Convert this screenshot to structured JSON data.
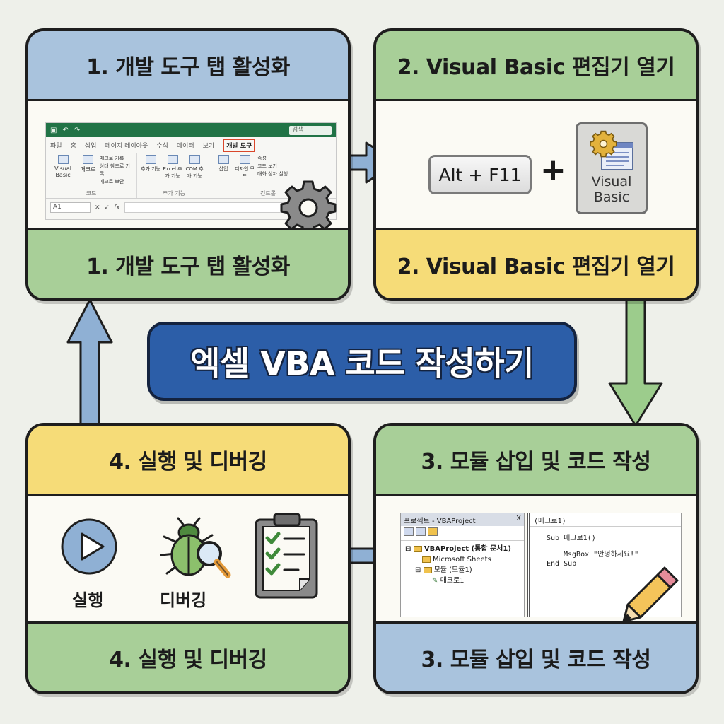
{
  "center_title": "엑셀 VBA 코드 작성하기",
  "colors": {
    "blue_band": "#a9c3dd",
    "green_band": "#a8cf98",
    "yellow_band": "#f6dc78",
    "title_bg": "#2c5ea8",
    "arrow_blue": "#8fb0d4",
    "arrow_green": "#9ccc8c"
  },
  "steps": [
    {
      "header": "1. 개발 도구 탭 활성화",
      "footer": "1. 개발 도구 탭 활성화",
      "ribbon": {
        "tabs": [
          "파일",
          "홈",
          "삽입",
          "페이지 레이아웃",
          "수식",
          "데이터",
          "보기",
          "개발 도구"
        ],
        "active_tab": "개발 도구",
        "search": "검색",
        "group_code": [
          "Visual Basic",
          "매크로",
          "매크로 기록",
          "상대 참조로 기록",
          "매크로 보안"
        ],
        "group_code_label": "코드",
        "group_addins": [
          "추가 기능",
          "Excel 추가 기능",
          "COM 추가 기능"
        ],
        "group_addins_label": "추가 기능",
        "group_controls": [
          "삽입",
          "디자인 모드",
          "속성",
          "코드 보기",
          "대화 상자 실행"
        ],
        "group_controls_label": "컨트롤",
        "cell_ref": "A1",
        "fx": "fx"
      },
      "icon": "gear-icon"
    },
    {
      "header": "2. Visual Basic 편집기 열기",
      "footer": "2. Visual Basic 편집기 열기",
      "shortcut": "Alt + F11",
      "plus": "+",
      "icon_label": "Visual Basic"
    },
    {
      "header": "3. 모듈 삽입 및 코드 작성",
      "footer": "3. 모듈 삽입 및 코드 작성",
      "project_title": "프로젝트 - VBAProject",
      "project_close": "X",
      "tree": [
        "VBAProject (통합 문서1)",
        "Microsoft Sheets",
        "모듈 (모듈1)",
        "매크로1"
      ],
      "code_title": "(매크로1)",
      "code_lines": [
        "Sub 매크로1()",
        "MsgBox \"안녕하세요!\"",
        "End Sub"
      ],
      "icon": "pencil-icon"
    },
    {
      "header": "4. 실행 및 디버깅",
      "footer": "4. 실행 및 디버깅",
      "run_label": "실행",
      "debug_label": "디버깅",
      "icons": [
        "play-icon",
        "bug-icon",
        "magnifier-icon",
        "clipboard-checklist-icon"
      ]
    }
  ]
}
